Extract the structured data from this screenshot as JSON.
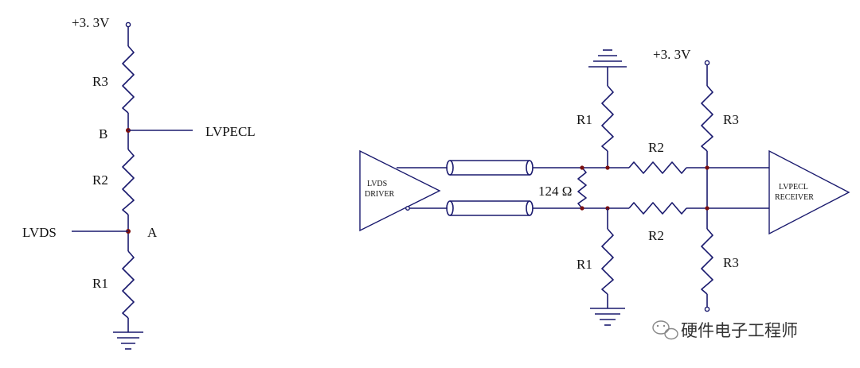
{
  "left_circuit": {
    "supply": "+3. 3V",
    "r3": "R3",
    "r2": "R2",
    "r1": "R1",
    "node_b": "B",
    "node_a": "A",
    "out_label": "LVPECL",
    "in_label": "LVDS"
  },
  "right_circuit": {
    "supply": "+3. 3V",
    "r1_top": "R1",
    "r1_bottom": "R1",
    "r2_top": "R2",
    "r2_bottom": "R2",
    "r3_top": "R3",
    "r3_bottom": "R3",
    "termination": "124 Ω",
    "driver_line1": "LVDS",
    "driver_line2": "DRIVER",
    "receiver_line1": "LVPECL",
    "receiver_line2": "RECEIVER"
  },
  "watermark": {
    "text": "硬件电子工程师",
    "icon": "wechat-icon"
  },
  "colors": {
    "wire": "#1a1a6e",
    "node": "#7a0f0f"
  }
}
